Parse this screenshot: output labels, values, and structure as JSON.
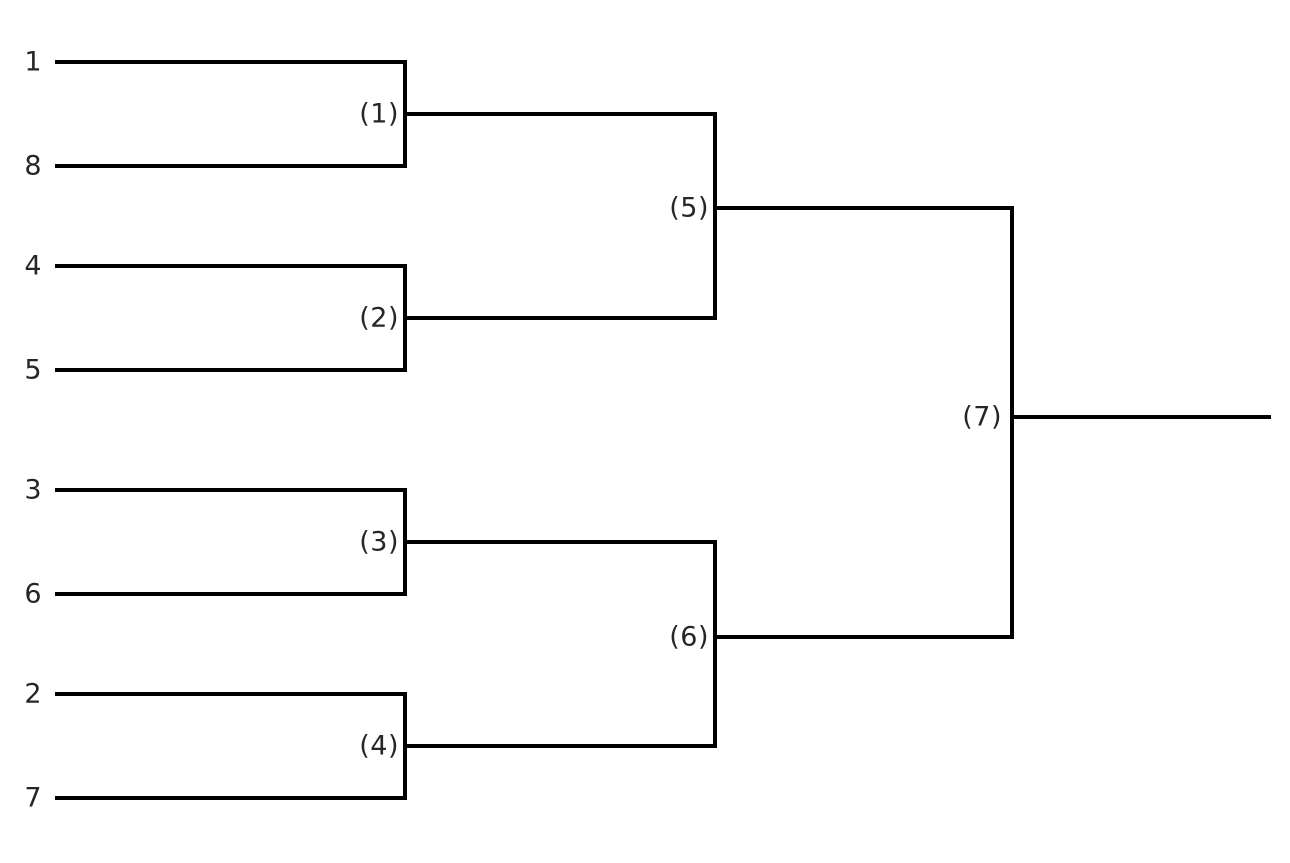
{
  "bracket": {
    "type": "single-elimination",
    "team_count": 8,
    "background_color": "#ffffff",
    "line_color": "#000000",
    "text_color": "#262626",
    "seeds": [
      "1",
      "8",
      "4",
      "5",
      "3",
      "6",
      "2",
      "7"
    ],
    "matches": [
      {
        "label": "(1)",
        "round": 1,
        "feeds_from_seeds": [
          "1",
          "8"
        ]
      },
      {
        "label": "(2)",
        "round": 1,
        "feeds_from_seeds": [
          "4",
          "5"
        ]
      },
      {
        "label": "(3)",
        "round": 1,
        "feeds_from_seeds": [
          "3",
          "6"
        ]
      },
      {
        "label": "(4)",
        "round": 1,
        "feeds_from_seeds": [
          "2",
          "7"
        ]
      },
      {
        "label": "(5)",
        "round": 2,
        "feeds_from_matches": [
          "(1)",
          "(2)"
        ]
      },
      {
        "label": "(6)",
        "round": 2,
        "feeds_from_matches": [
          "(3)",
          "(4)"
        ]
      },
      {
        "label": "(7)",
        "round": 3,
        "feeds_from_matches": [
          "(5)",
          "(6)"
        ]
      }
    ]
  }
}
